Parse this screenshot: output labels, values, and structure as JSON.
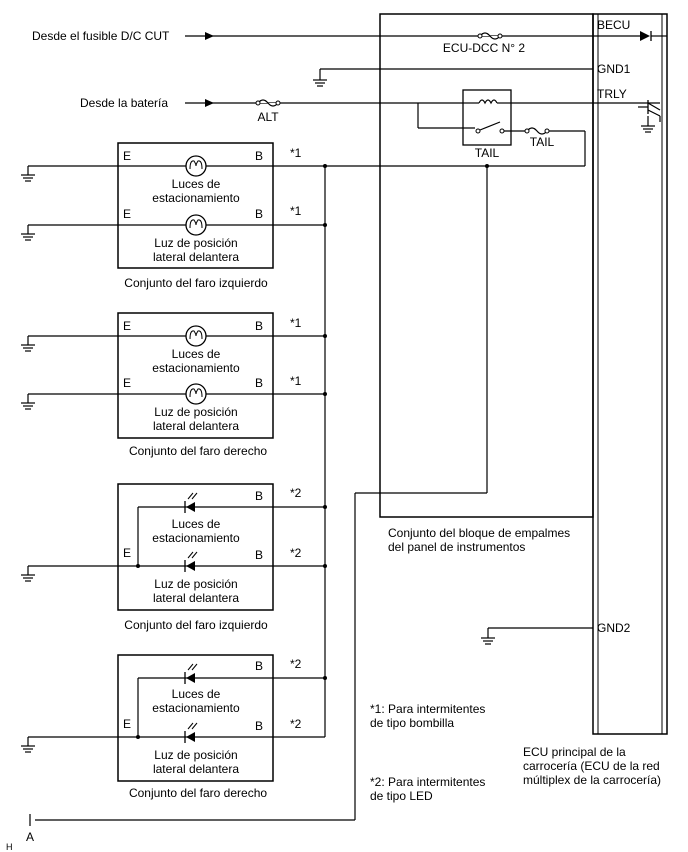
{
  "inputs": {
    "dccut": "Desde el fusible D/C CUT",
    "battery": "Desde la batería"
  },
  "fuses": {
    "ecu_dcc": "ECU-DCC N° 2",
    "alt": "ALT",
    "tail_fuse": "TAIL",
    "tail_relay": "TAIL"
  },
  "terminals": {
    "becu": "BECU",
    "gnd1": "GND1",
    "trly": "TRLY",
    "gnd2": "GND2",
    "E": "E",
    "B": "B"
  },
  "lamps": {
    "parking_1": "Luces de",
    "parking_2": "estacionamiento",
    "side_1": "Luz de posición",
    "side_2": "lateral delantera"
  },
  "assemblies": {
    "left": "Conjunto del faro izquierdo",
    "right": "Conjunto del faro derecho"
  },
  "markers": {
    "bulb": "*1",
    "led": "*2"
  },
  "junction": {
    "line1": "Conjunto del bloque de empalmes",
    "line2": "del panel de instrumentos"
  },
  "main_ecu": {
    "line1": "ECU principal de la",
    "line2": "carrocería (ECU de la red",
    "line3": "múltiplex de la carrocería)"
  },
  "notes": {
    "n1_line1": "*1: Para intermitentes",
    "n1_line2": "de tipo bombilla",
    "n2_line1": "*2: Para intermitentes",
    "n2_line2": "de tipo LED"
  },
  "connector": "A",
  "corner": "H"
}
